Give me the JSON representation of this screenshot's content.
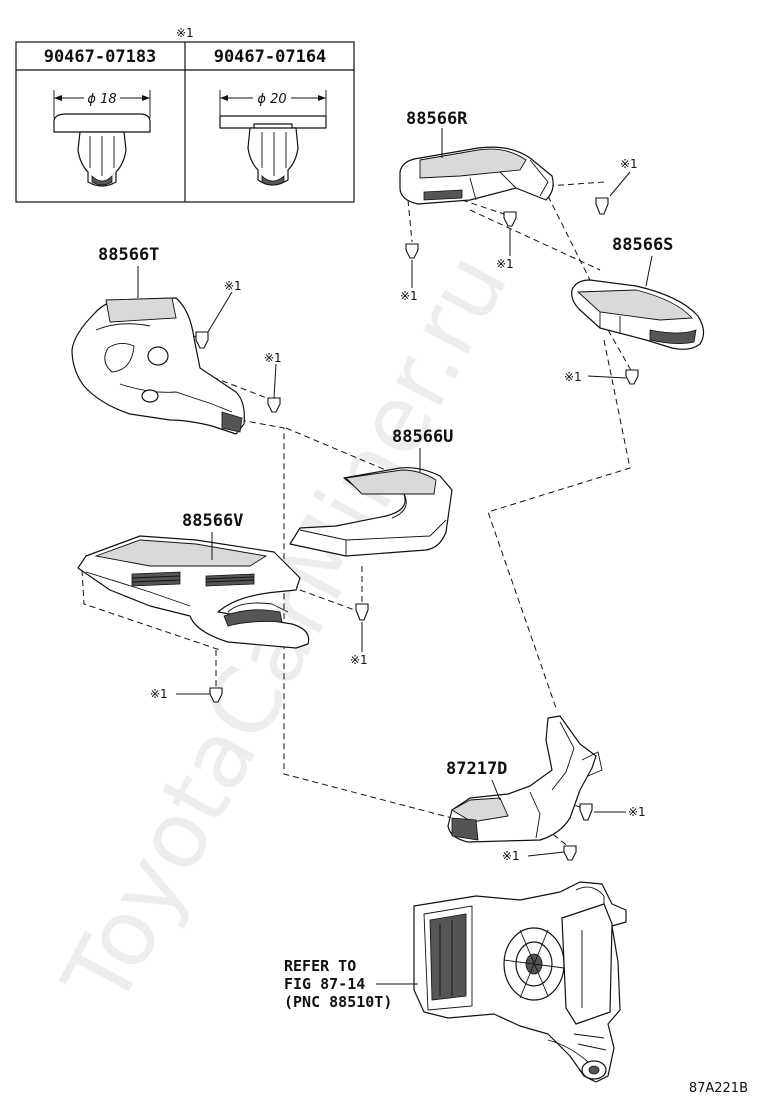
{
  "figure_code": "87A221B",
  "watermark": "ToyotaCarMiner.ru",
  "clip_table": {
    "note": "※1",
    "clips": [
      {
        "part_no": "90467-07183",
        "diameter": "ϕ 18"
      },
      {
        "part_no": "90467-07164",
        "diameter": "ϕ 20"
      }
    ]
  },
  "parts": {
    "r": "88566R",
    "s": "88566S",
    "t": "88566T",
    "u": "88566U",
    "v": "88566V",
    "d": "87217D"
  },
  "clip_callout": "※1",
  "refer": {
    "line1": "REFER TO",
    "line2": "FIG 87-14",
    "line3": "(PNC 88510T)"
  }
}
